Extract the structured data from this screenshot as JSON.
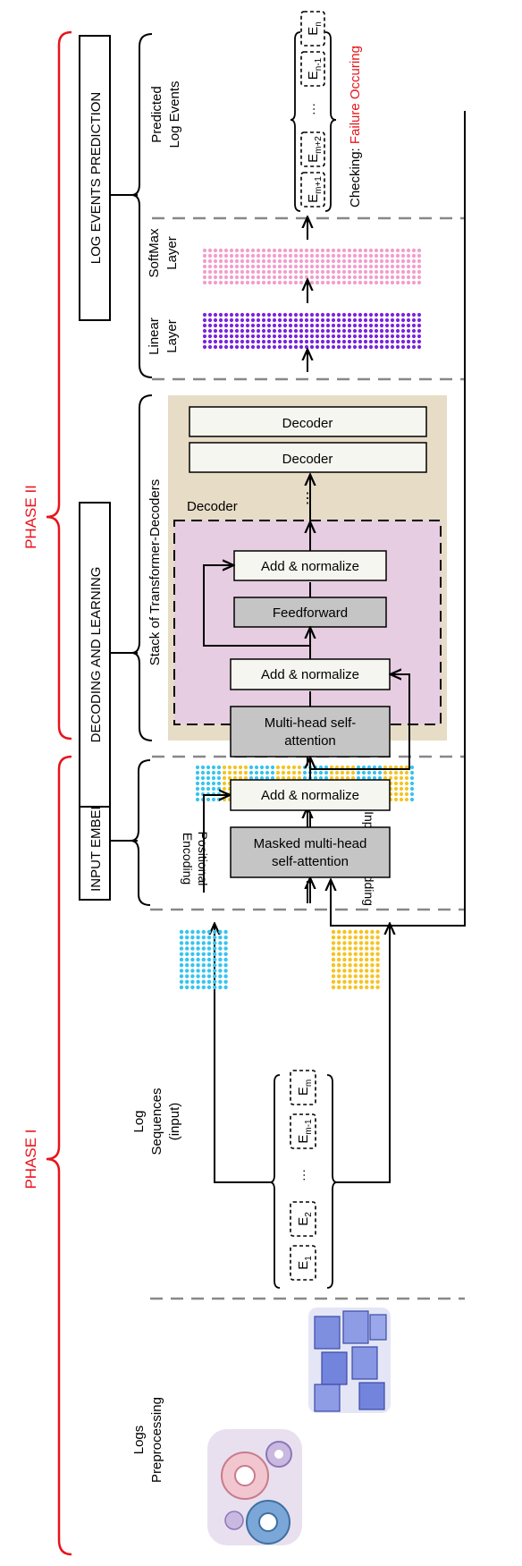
{
  "phases": {
    "phase1": "PHASE I",
    "phase2": "PHASE II"
  },
  "section_boxes": {
    "input_embedding": "INPUT EMBEDDING",
    "decoding_learning": "DECODING AND LEARNING",
    "prediction": "LOG EVENTS PREDICTION"
  },
  "labels": {
    "logs_preprocessing_1": "Logs",
    "logs_preprocessing_2": "Preprocessing",
    "log_sequences_1": "Log",
    "log_sequences_2": "Sequences",
    "log_sequences_3": "(input)",
    "positional_encoding_1": "Positional",
    "positional_encoding_2": "Encoding",
    "input_embedding": "Input Embedding",
    "stack_title": "Stack of Transformer-Decoders",
    "decoder_label": "Decoder",
    "linear_1": "Linear",
    "linear_2": "Layer",
    "softmax_1": "SoftMax",
    "softmax_2": "Layer",
    "predicted_1": "Predicted",
    "predicted_2": "Log Events",
    "checking": "Checking: ",
    "failure": "Failure Occuring"
  },
  "input_events": [
    {
      "base": "E",
      "sub": "1"
    },
    {
      "base": "E",
      "sub": "2"
    },
    {
      "base": "···",
      "sub": ""
    },
    {
      "base": "E",
      "sub": "m-1"
    },
    {
      "base": "E",
      "sub": "m"
    }
  ],
  "predicted_events": [
    {
      "base": "E",
      "sub": "m+1"
    },
    {
      "base": "E",
      "sub": "m+2"
    },
    {
      "base": "···",
      "sub": ""
    },
    {
      "base": "E",
      "sub": "n-1"
    },
    {
      "base": "E",
      "sub": "n"
    }
  ],
  "decoder_blocks": {
    "masked_1": "Masked multi-head",
    "masked_2": "self-attention",
    "add_norm": "Add & normalize",
    "mhsa_1": "Multi-head self-",
    "mhsa_2": "attention",
    "feedforward": "Feedforward",
    "stacked_decoder": "Decoder",
    "ellipsis": "⋮"
  },
  "colors": {
    "phase_red": "#e8141b",
    "decoder_stack_bg": "#e7dcc6",
    "decoder_bg": "#e6cde1",
    "grey_block": "#c5c5c5",
    "light_block": "#f6f6f0",
    "cyan_dots": "#37c4ee",
    "yellow_dots": "#f5c322",
    "purple_dots": "#7b24de",
    "pink_dots": "#f39dcd",
    "plus_red": "#e8141b"
  },
  "icons": {
    "preprocessing_gears": "gears-icon",
    "preprocessing_docs": "log-documents-icon",
    "combine": "plus-circle-icon"
  }
}
